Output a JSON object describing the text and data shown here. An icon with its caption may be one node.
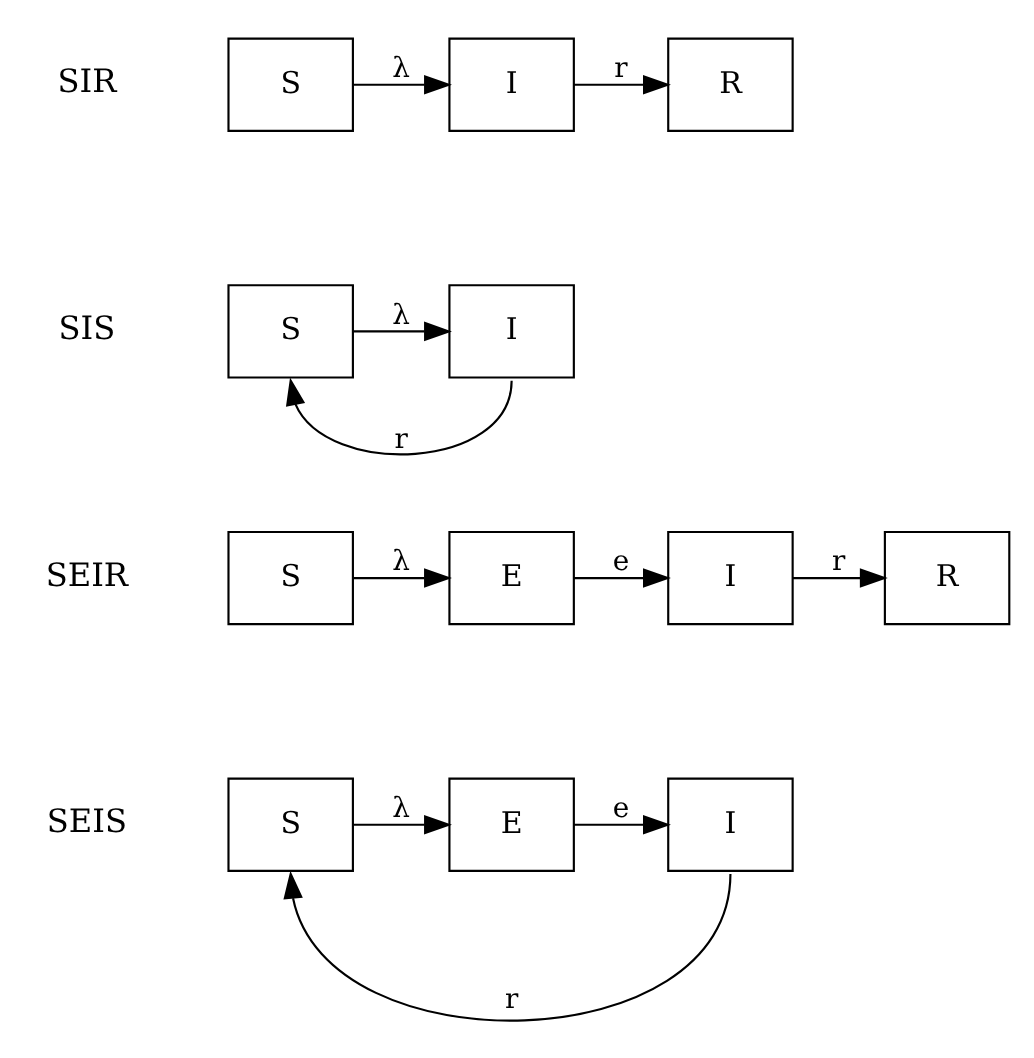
{
  "diagram": {
    "nodes": [
      {
        "text": [
          "S"
        ]
      },
      {
        "text": [
          "I"
        ]
      },
      {
        "text": [
          "R"
        ]
      },
      {
        "text": [
          "S"
        ]
      },
      {
        "text": [
          "I"
        ]
      },
      {
        "text": [
          "S"
        ]
      },
      {
        "text": [
          "E"
        ]
      },
      {
        "text": [
          "I"
        ]
      },
      {
        "text": [
          "R"
        ]
      },
      {
        "text": [
          "S"
        ]
      },
      {
        "text": [
          "E"
        ]
      },
      {
        "text": [
          "I"
        ]
      }
    ],
    "edges": [
      {
        "from": 0,
        "to": 1,
        "arrow": "to",
        "label": "λ"
      },
      {
        "from": 1,
        "to": 2,
        "arrow": "to",
        "label": "r"
      },
      {
        "from": 3,
        "to": 4,
        "arrow": "to",
        "label": "λ"
      },
      {
        "from": 4,
        "to": 3,
        "arrow": "to",
        "label": "r"
      },
      {
        "from": 5,
        "to": 6,
        "arrow": "to",
        "label": "λ"
      },
      {
        "from": 6,
        "to": 7,
        "arrow": "to",
        "label": "e"
      },
      {
        "from": 7,
        "to": 8,
        "arrow": "to",
        "label": "r"
      },
      {
        "from": 9,
        "to": 10,
        "arrow": "to",
        "label": "λ"
      },
      {
        "from": 10,
        "to": 11,
        "arrow": "to",
        "label": "e"
      },
      {
        "from": 11,
        "to": 9,
        "arrow": "to",
        "label": "r"
      }
    ],
    "labels": [
      "SIR",
      "SIS",
      "SEIR",
      "SEIS"
    ]
  }
}
